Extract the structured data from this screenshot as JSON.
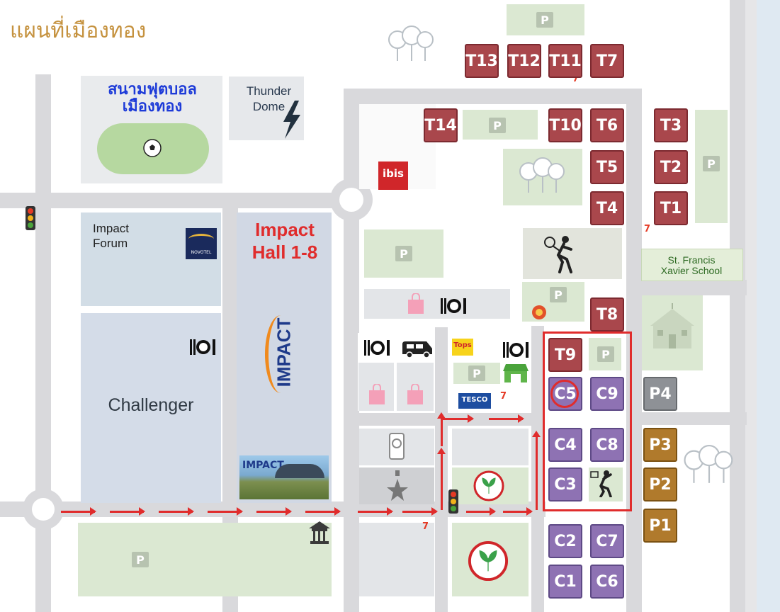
{
  "title": "แผนที่เมืองทอง",
  "colors": {
    "title": "#c5923f",
    "t_zone": "#a9474c",
    "c_zone": "#8e72b3",
    "p_brown": "#b07a2c",
    "p_gray": "#8e9196",
    "route": "#e02c2c",
    "highlight": "#e02c2c"
  },
  "places": {
    "stadium": "สนามฟุตบอล\nเมืองทอง",
    "thunder_dome": "Thunder\nDome",
    "impact_forum": "Impact\nForum",
    "novotel": "NOVOTEL",
    "impact_hall": "Impact\nHall 1-8",
    "challenger": "Challenger",
    "impact_logo": "IMPACT",
    "impact_photo": "IMPACT",
    "ibis": "ibis",
    "school": "St. Francis\nXavier School",
    "tops": "Tops",
    "tesco": "TESCO"
  },
  "zones_t": [
    "T13",
    "T12",
    "T11",
    "T7",
    "T14",
    "T10",
    "T6",
    "T5",
    "T4",
    "T3",
    "T2",
    "T1",
    "T8",
    "T9"
  ],
  "zones_c": [
    "C5",
    "C9",
    "C4",
    "C8",
    "C3",
    "C2",
    "C7",
    "C1",
    "C6"
  ],
  "zones_p": [
    "P4",
    "P3",
    "P2",
    "P1"
  ],
  "parking_symbol": "P",
  "seven_symbol": "7",
  "icons": [
    "soccer-ball-icon",
    "lightning-icon",
    "tree-icon",
    "fork-plate-icon",
    "van-icon",
    "shopping-bag-icon",
    "badminton-icon",
    "basketball-icon",
    "school-icon",
    "traffic-light-icon",
    "kbank-icon",
    "star-icon",
    "shrine-icon",
    "market-icon",
    "parking-icon"
  ]
}
